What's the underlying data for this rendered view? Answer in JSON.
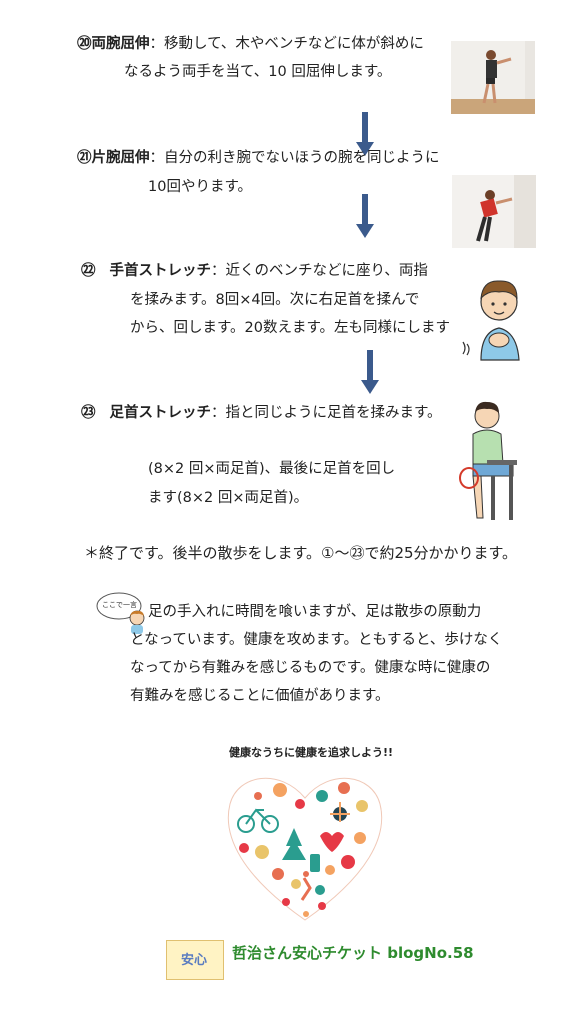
{
  "step20": {
    "label": "⑳両腕屈伸",
    "line1": "：移動して、木やベンチなどに体が斜めに",
    "line2": "なるよう両手を当て、10 回屈伸します。"
  },
  "step21": {
    "label": "㉑片腕屈伸",
    "line1": "：自分の利き腕でないほうの腕を同じように",
    "line2": "10回やります。"
  },
  "step22": {
    "num": "㉒",
    "label": "手首ストレッチ",
    "line1": "：近くのベンチなどに座り、両指",
    "line2": "を揉みます。8回×4回。次に右足首を揉んで",
    "line3": "から、回します。20数えます。左も同様にします"
  },
  "step23": {
    "num": "㉓",
    "label": "足首ストレッチ",
    "line1": "：指と同じように足首を揉みます。",
    "line2": "(8×2 回×両足首)、最後に足首を回し",
    "line3": "ます(8×2 回×両足首)。"
  },
  "note": "＊終了です。後半の散歩をします。①～㉓で約25分かかります。",
  "comment": {
    "bubble": "ここで一言",
    "line1": "足の手入れに時間を喰いますが、足は散歩の原動力",
    "line2": "となっています。健康を攻めます。ともすると、歩けなく",
    "line3": "なってから有難みを感じるものです。健康な時に健康の",
    "line4": "有難みを感じることに価値があります。"
  },
  "heart_caption": "健康なうちに健康を追求しよう!!",
  "footer": {
    "ticket_label": "安心",
    "blog_title": "哲治さん安心チケット blogNo.58"
  },
  "colors": {
    "arrow": "#3b5a8c",
    "accent_green": "#2e8b2e"
  }
}
